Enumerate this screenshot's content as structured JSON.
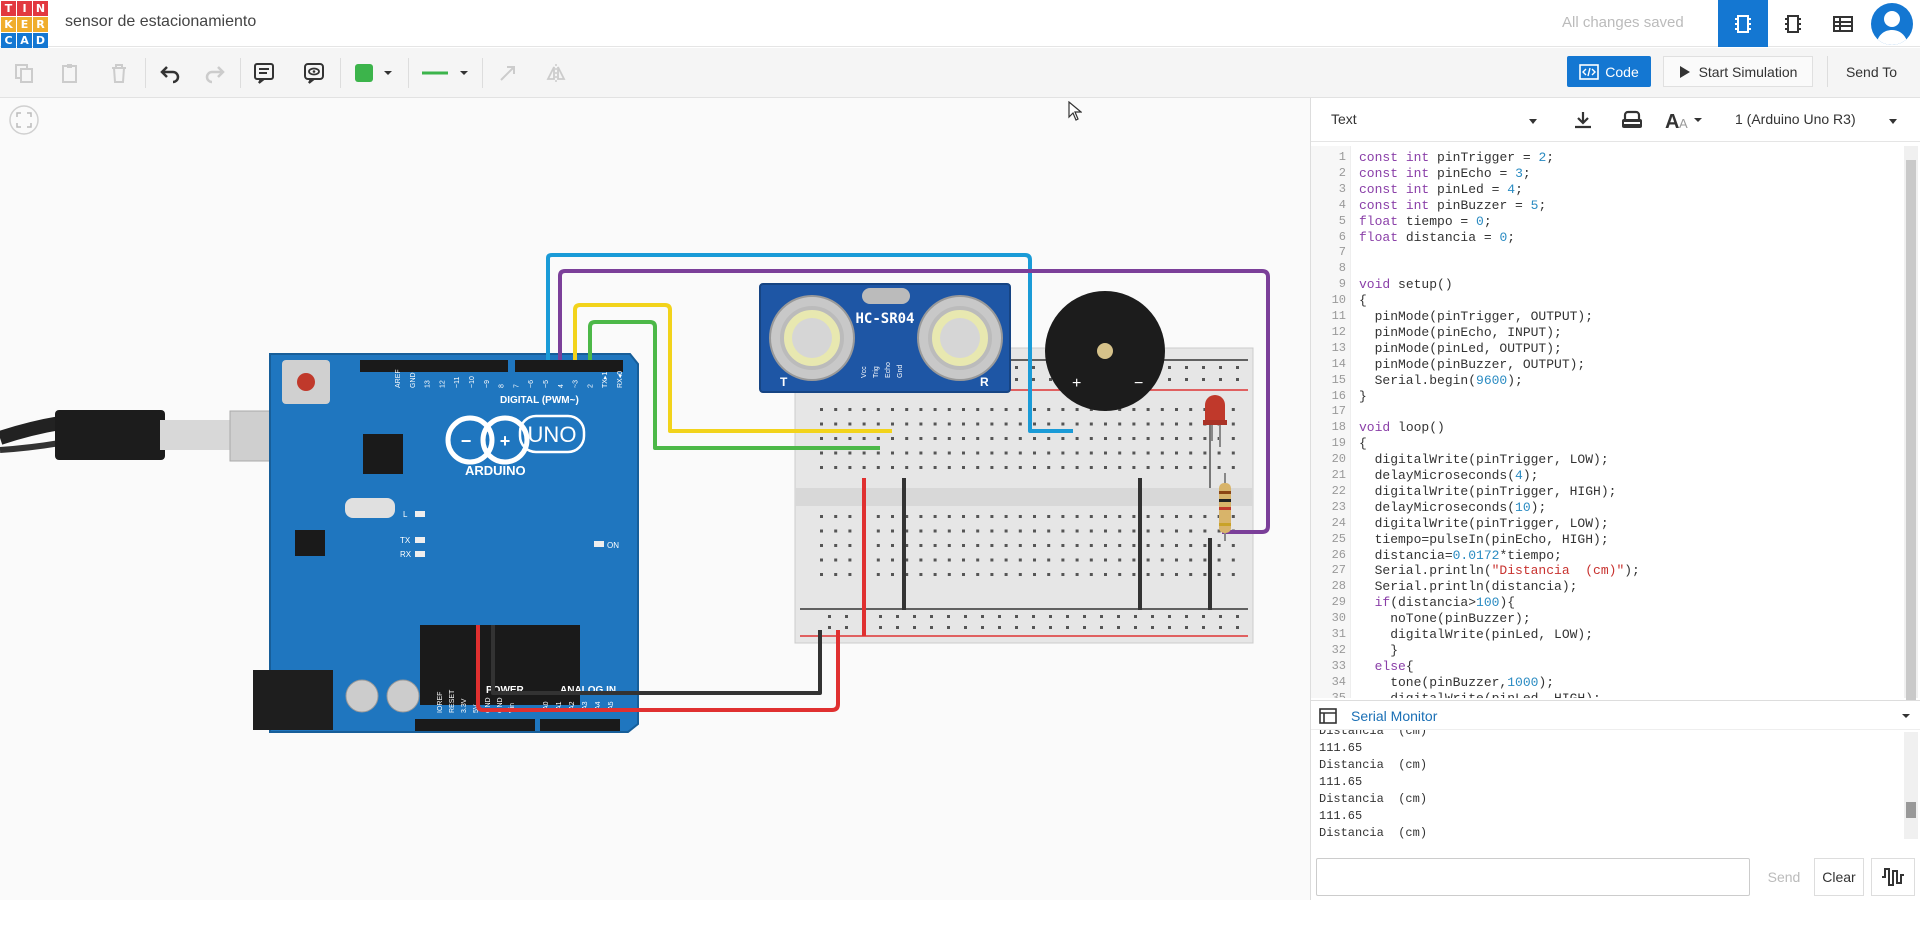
{
  "app": {
    "logo_letters": [
      "T",
      "I",
      "N",
      "K",
      "E",
      "R",
      "C",
      "A",
      "D"
    ],
    "logo_colors": [
      "#e2383f",
      "#e2383f",
      "#e2383f",
      "#f0ad2c",
      "#f0ad2c",
      "#f0ad2c",
      "#1477d2",
      "#1477d2",
      "#1477d2"
    ],
    "project_title": "sensor de estacionamiento",
    "save_status": "All changes saved",
    "accent": "#1477d2"
  },
  "toolbar": {
    "code_label": "Code",
    "start_sim_label": "Start Simulation",
    "send_to_label": "Send To",
    "fill_color": "#3cb44b"
  },
  "code_panel": {
    "mode": "Text",
    "device": "1 (Arduino Uno R3)",
    "lines": [
      "const int pinTrigger = 2;",
      "const int pinEcho = 3;",
      "const int pinLed = 4;",
      "const int pinBuzzer = 5;",
      "float tiempo = 0;",
      "float distancia = 0;",
      "",
      "",
      "void setup()",
      "{",
      "  pinMode(pinTrigger, OUTPUT);",
      "  pinMode(pinEcho, INPUT);",
      "  pinMode(pinLed, OUTPUT);",
      "  pinMode(pinBuzzer, OUTPUT);",
      "  Serial.begin(9600);",
      "}",
      "",
      "void loop()",
      "{",
      "  digitalWrite(pinTrigger, LOW);",
      "  delayMicroseconds(4);",
      "  digitalWrite(pinTrigger, HIGH);",
      "  delayMicroseconds(10);",
      "  digitalWrite(pinTrigger, LOW);",
      "  tiempo=pulseIn(pinEcho, HIGH);",
      "  distancia=0.0172*tiempo;",
      "  Serial.println(\"Distancia  (cm)\");",
      "  Serial.println(distancia);",
      "  if(distancia>100){",
      "    noTone(pinBuzzer);",
      "    digitalWrite(pinLed, LOW);",
      "    }",
      "  else{",
      "    tone(pinBuzzer,1000);",
      "    digitalWrite(pinLed, HIGH);"
    ]
  },
  "serial_monitor": {
    "title": "Serial Monitor",
    "lines": [
      "Distancia  (cm)",
      "111.65",
      "Distancia  (cm)",
      "111.65",
      "Distancia  (cm)",
      "111.65",
      "Distancia  (cm)"
    ],
    "send_label": "Send",
    "clear_label": "Clear",
    "input_value": ""
  },
  "circuit": {
    "arduino_brand": "ARDUINO",
    "arduino_model": "UNO",
    "digital_label": "DIGITAL (PWM~)",
    "power_label": "POWER",
    "analog_label": "ANALOG IN",
    "on_label": "ON",
    "l_label": "L",
    "tx_label": "TX",
    "rx_label": "RX",
    "sensor_label": "HC-SR04",
    "sensor_pins": [
      "Vcc",
      "Trig",
      "Echo",
      "Gnd"
    ],
    "sensor_t": "T",
    "sensor_r": "R",
    "buzzer_plus": "+",
    "buzzer_minus": "−",
    "digital_pins": [
      "AREF",
      "GND",
      "13",
      "12",
      "~11",
      "~10",
      "~9",
      "8",
      "7",
      "~6",
      "~5",
      "4",
      "~3",
      "2",
      "TX▸1",
      "RX◂0"
    ],
    "power_pins": [
      "IOREF",
      "RESET",
      "3.3V",
      "5V",
      "GND",
      "GND",
      "Vin"
    ],
    "analog_pins": [
      "A0",
      "A1",
      "A2",
      "A3",
      "A4",
      "A5"
    ],
    "wire_colors": {
      "blue": "#1a9bd7",
      "purple": "#7b3f99",
      "yellow": "#f2d31b",
      "green": "#4cb848",
      "red": "#e03030",
      "black": "#333333"
    }
  }
}
